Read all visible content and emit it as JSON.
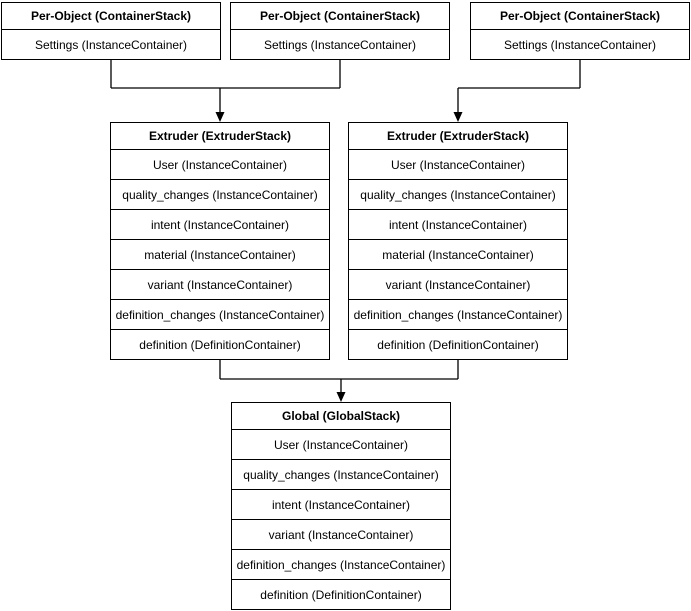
{
  "diagram": {
    "colors": {
      "stroke": "#000000",
      "background": "#ffffff",
      "box_fill": "#ffffff",
      "text": "#000000"
    },
    "per_object_stacks": [
      {
        "title": "Per-Object (ContainerStack)",
        "rows": [
          "Settings (InstanceContainer)"
        ]
      },
      {
        "title": "Per-Object (ContainerStack)",
        "rows": [
          "Settings (InstanceContainer)"
        ]
      },
      {
        "title": "Per-Object (ContainerStack)",
        "rows": [
          "Settings (InstanceContainer)"
        ]
      }
    ],
    "extruder_stacks": [
      {
        "title": "Extruder (ExtruderStack)",
        "rows": [
          "User (InstanceContainer)",
          "quality_changes (InstanceContainer)",
          "intent (InstanceContainer)",
          "material (InstanceContainer)",
          "variant (InstanceContainer)",
          "definition_changes (InstanceContainer)",
          "definition (DefinitionContainer)"
        ]
      },
      {
        "title": "Extruder (ExtruderStack)",
        "rows": [
          "User (InstanceContainer)",
          "quality_changes (InstanceContainer)",
          "intent (InstanceContainer)",
          "material (InstanceContainer)",
          "variant (InstanceContainer)",
          "definition_changes (InstanceContainer)",
          "definition (DefinitionContainer)"
        ]
      }
    ],
    "global_stack": {
      "title": "Global (GlobalStack)",
      "rows": [
        "User (InstanceContainer)",
        "quality_changes (InstanceContainer)",
        "intent (InstanceContainer)",
        "variant (InstanceContainer)",
        "definition_changes (InstanceContainer)",
        "definition (DefinitionContainer)"
      ]
    }
  }
}
